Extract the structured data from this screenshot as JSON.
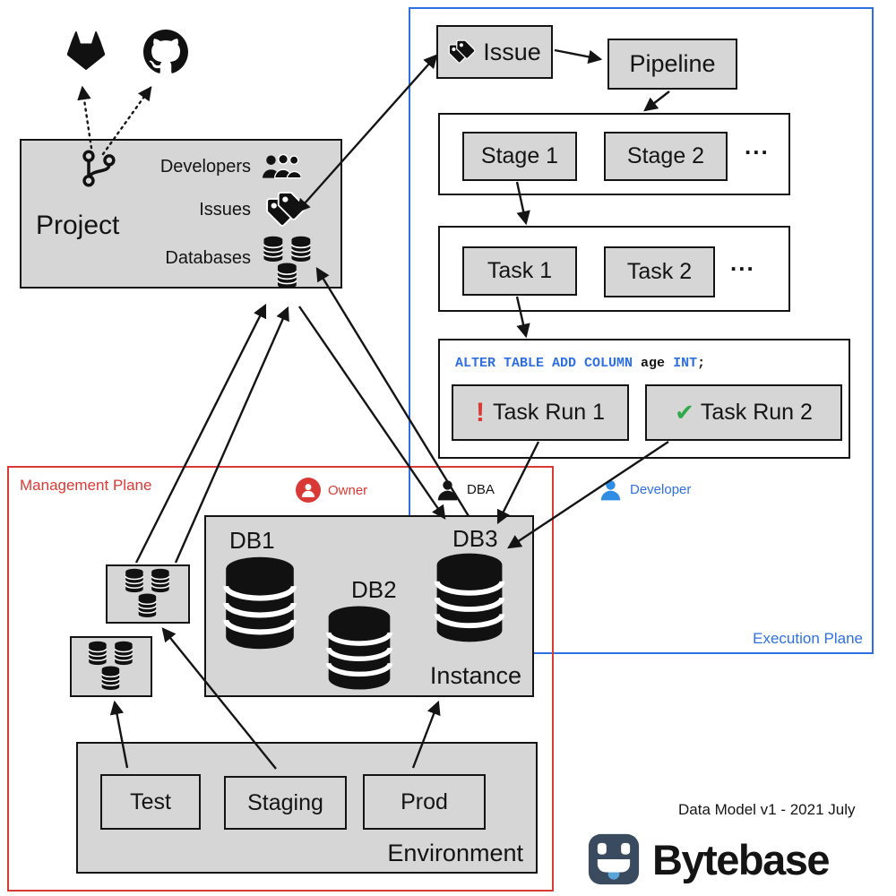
{
  "header_icons": {
    "gitlab": "gitlab-icon",
    "github": "github-icon",
    "git_branch": "git-branch-icon"
  },
  "project": {
    "title": "Project",
    "rows": [
      {
        "label": "Developers",
        "icon": "people-icon"
      },
      {
        "label": "Issues",
        "icon": "tags-icon"
      },
      {
        "label": "Databases",
        "icon": "databases-icon"
      }
    ]
  },
  "execution_plane": {
    "label": "Execution Plane",
    "issue_label": "Issue",
    "pipeline_label": "Pipeline",
    "stages": [
      "Stage 1",
      "Stage 2",
      "..."
    ],
    "tasks": [
      "Task 1",
      "Task 2",
      "..."
    ],
    "sql": {
      "keywords": "ALTER TABLE ADD COLUMN",
      "column": " age ",
      "type": "INT",
      "terminator": ";"
    },
    "task_runs": [
      {
        "label": "Task Run 1",
        "status": "error",
        "glyph": "!"
      },
      {
        "label": "Task Run 2",
        "status": "success",
        "glyph": "✔"
      }
    ]
  },
  "management_plane": {
    "label": "Management Plane",
    "instance": {
      "label": "Instance",
      "db_labels": [
        "DB1",
        "DB2",
        "DB3"
      ]
    },
    "environment": {
      "label": "Environment",
      "env_names": [
        "Test",
        "Staging",
        "Prod"
      ]
    }
  },
  "roles": [
    {
      "label": "Owner",
      "color": "#d93a35"
    },
    {
      "label": "DBA",
      "color": "#141414"
    },
    {
      "label": "Developer",
      "color": "#2f6fe4"
    }
  ],
  "footer": {
    "version_text": "Data Model v1 - 2021 July",
    "brand": "Bytebase"
  },
  "colors": {
    "node_fill": "#d6d6d6",
    "execution_border": "#2f6fe4",
    "management_border": "#d93a35",
    "sql_keyword": "#2f6fe4",
    "error": "#d93a35",
    "success": "#2faa4a"
  }
}
